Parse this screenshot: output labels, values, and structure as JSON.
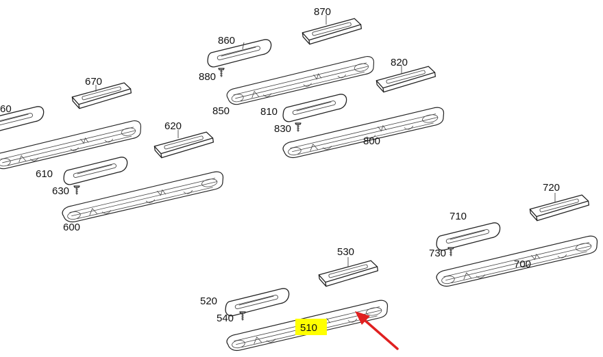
{
  "colors": {
    "line": "#222222",
    "highlight": "#ffff00",
    "arrow": "#e02020",
    "background": "#ffffff"
  },
  "labels": {
    "l870": "870",
    "l860": "860",
    "l880": "880",
    "l850": "850",
    "l820": "820",
    "l810": "810",
    "l830": "830",
    "l800": "800",
    "l670": "670",
    "l660": "60",
    "l620": "620",
    "l610": "610",
    "l630": "630",
    "l600": "600",
    "l720": "720",
    "l710": "710",
    "l730": "730",
    "l700": "700",
    "l530": "530",
    "l520": "520",
    "l540": "540",
    "l510": "510"
  },
  "highlighted_label": "510",
  "pointer": "red-arrow"
}
